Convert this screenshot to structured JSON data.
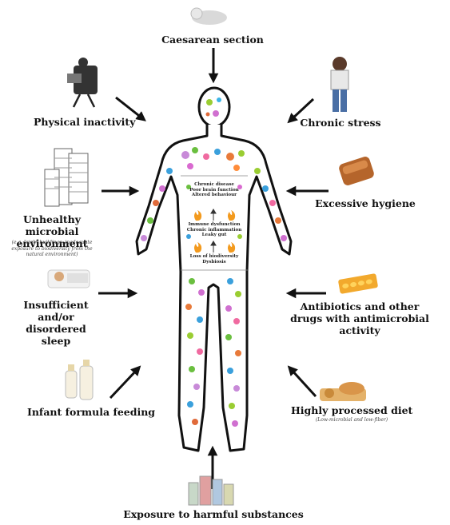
{
  "factors": {
    "caesarean": "Caesarean section",
    "inactivity": "Physical inactivity",
    "stress": "Chronic stress",
    "environment": "Unhealthy microbial environment",
    "environment_note": "(e.g.,\"sick\" buildings, inadequate exposure to biodiversity from the natural environment)",
    "hygiene": "Excessive hygiene",
    "sleep": "Insufficient and/or disordered sleep",
    "antibiotics": "Antibiotics and other drugs with antimicrobial activity",
    "formula": "Infant formula feeding",
    "diet": "Highly processed diet",
    "diet_note": "(Low-microbial and low-fiber)",
    "harmful": "Exposure to harmful substances"
  },
  "cascade": {
    "top": [
      "Chronic disease",
      "Poor brain function",
      "Altered behaviour"
    ],
    "middle": [
      "Immune dysfunction",
      "Chronic inflammation",
      "Leaky gut"
    ],
    "bottom": [
      "Loss of biodiversity",
      "Dysbiosis"
    ]
  },
  "icons": [
    "baby-icon",
    "office-worker-icon",
    "stressed-woman-icon",
    "buildings-icon",
    "soap-icon",
    "sleeping-man-icon",
    "pills-icon",
    "baby-bottles-icon",
    "processed-food-icon",
    "chemicals-icon",
    "fire-icon",
    "microbe-icon"
  ]
}
